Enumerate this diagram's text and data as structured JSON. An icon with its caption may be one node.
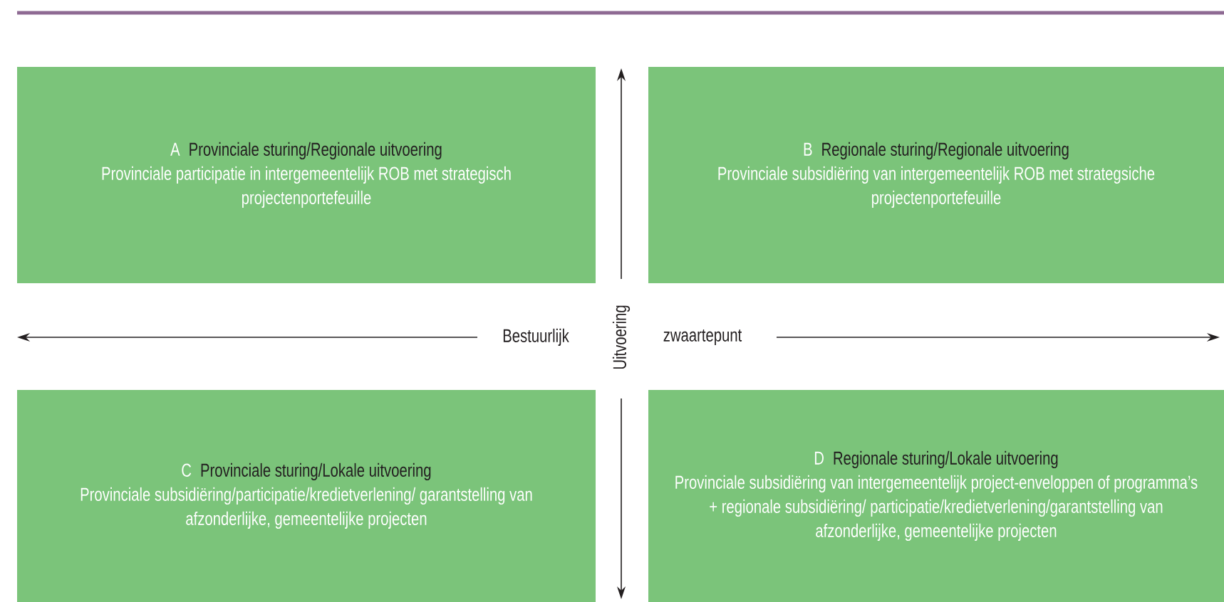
{
  "diagram": {
    "nodes": [
      {
        "text": [
          "A",
          "Provinciale sturing/Regionale uitvoering",
          "Provinciale participatie in intergemeentelijk ROB met strategisch projectenportefeuille"
        ]
      },
      {
        "text": [
          "B",
          "Regionale sturing/Regionale uitvoering",
          "Provinciale subsidiëring van intergemeentelijk ROB met strategsiche projectenportefeuille"
        ]
      },
      {
        "text": [
          "C",
          "Provinciale sturing/Lokale uitvoering",
          "Provinciale subsidiëring/participatie/kredietverlening/ garantstelling van afzonderlijke, gemeentelijke projecten"
        ]
      },
      {
        "text": [
          "D",
          "Regionale sturing/Lokale uitvoering",
          "Provinciale subsidiëring van intergemeentelijk project-enveloppen of programma’s + regionale subsidiëring/ participatie/kredietverlening/garantstelling van afzonderlijke, gemeentelijke projecten"
        ]
      }
    ],
    "labels": [
      "Bestuurlijk",
      "zwaartepunt",
      "Uitvoering"
    ]
  }
}
